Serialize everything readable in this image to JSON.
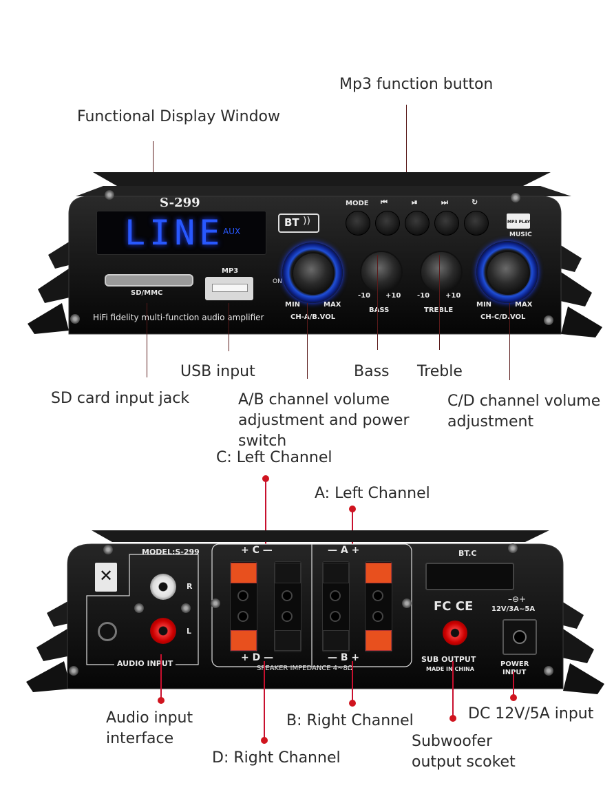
{
  "callouts": {
    "display_window": "Functional Display Window",
    "mp3_button": "Mp3 function button",
    "usb_input": "USB input",
    "bass": "Bass",
    "treble": "Treble",
    "sd_card": "SD card input jack",
    "ab_volume_l1": "A/B channel volume",
    "ab_volume_l2": "adjustment and power",
    "ab_volume_l3": "switch",
    "cd_volume_l1": "C/D channel volume",
    "cd_volume_l2": "adjustment",
    "c_left": "C: Left  Channel",
    "a_left": "A: Left  Channel",
    "audio_input_l1": "Audio input",
    "audio_input_l2": "interface",
    "b_right": "B: Right Channel",
    "dc_input": "DC 12V/5A input",
    "subwoofer_l1": "Subwoofer",
    "subwoofer_l2": "output scoket",
    "d_right": "D: Right Channel"
  },
  "front_panel": {
    "model": "S-299",
    "display_text": "LINE",
    "display_sub": "AUX",
    "bt_badge": "BT",
    "buttons": [
      "MODE",
      "⏮",
      "⏯",
      "⏭",
      "↻"
    ],
    "mp3_play": "MP3 PLAY",
    "music": "MUSIC",
    "sd_label": "SD/MMC",
    "usb_label": "MP3",
    "on_label": "ON",
    "tagline": "HiFi fidelity multi-function audio amplifier",
    "ab": {
      "min": "MIN",
      "max": "MAX",
      "name": "CH-A/B.VOL"
    },
    "bass": {
      "lo": "-10",
      "hi": "+10",
      "name": "BASS"
    },
    "treble": {
      "lo": "-10",
      "hi": "+10",
      "name": "TREBLE"
    },
    "cd": {
      "min": "MIN",
      "max": "MAX",
      "name": "CH-C/D.VOL"
    }
  },
  "rear_panel": {
    "model": "MODEL:S-299",
    "r": "R",
    "l": "L",
    "audio_input": "AUDIO INPUT",
    "top_c": "+  C  —",
    "top_a": "—  A  +",
    "bot_d": "+  D  —",
    "bot_b": "—  B  +",
    "impedance": "SPEAKER IMPEDANCE 4~8Ω",
    "btc": "BT.C",
    "fcc": "FC CE",
    "sub_output": "SUB OUTPUT",
    "made_in": "MADE IN CHINA",
    "power_spec": "12V/3A~5A",
    "power_input_l1": "POWER",
    "power_input_l2": "INPUT"
  },
  "colors": {
    "accent_blue": "#1e40ff",
    "lead_red": "#c8102e",
    "terminal_red": "#e8501e"
  }
}
